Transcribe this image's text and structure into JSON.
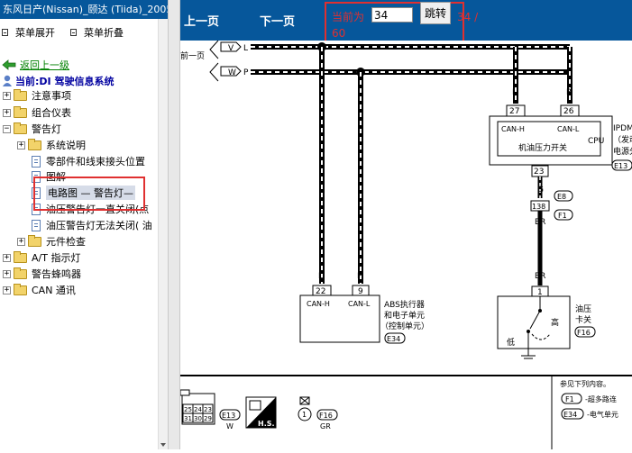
{
  "window": {
    "title": "东风日产(Nissan)_颐达 (Tiida)_2005"
  },
  "menu": {
    "expand_label": "菜单展开",
    "collapse_label": "菜单折叠"
  },
  "nav": {
    "back_label": "返回上一级",
    "current_label": "当前:DI 驾驶信息系统"
  },
  "tree": {
    "items": [
      {
        "label": "注意事项"
      },
      {
        "label": "组合仪表"
      },
      {
        "label": "警告灯"
      },
      {
        "label": "系统说明"
      },
      {
        "label": "零部件和线束接头位置"
      },
      {
        "label": "图解"
      },
      {
        "label": "电路图 — 警告灯—"
      },
      {
        "label": "油压警告灯一直关闭(点"
      },
      {
        "label": "油压警告灯无法关闭( 油"
      },
      {
        "label": "元件检查"
      },
      {
        "label": "A/T 指示灯"
      },
      {
        "label": "警告蜂鸣器"
      },
      {
        "label": "CAN 通讯"
      }
    ]
  },
  "pager": {
    "prev_label": "上一页",
    "next_label": "下一页",
    "current_prefix": "当前为",
    "page_value": "34",
    "go_label": "跳转",
    "total_a": "34 /",
    "total_b": "60"
  },
  "diagram": {
    "prev_page_label": "前一页",
    "wire_l": "L",
    "wire_p": "P",
    "wire_v": "V",
    "wire_w": "W",
    "ipdm_title": "IPDM",
    "ipdm_sub1": "（发动",
    "ipdm_sub2": "电源分",
    "pin_27": "27",
    "pin_26": "26",
    "can_h": "CAN-H",
    "can_l": "CAN-L",
    "oil_switch_label": "机油压力开关",
    "cpu_label": "CPU",
    "conn_e13": "E13",
    "pin_23": "23",
    "wire_g": "G",
    "conn_e8": "E8",
    "pin_138": "138",
    "conn_f1": "F1",
    "wire_br": "BR",
    "pin_1": "1",
    "sensor_title1": "油压",
    "sensor_title2": "卡关",
    "sensor_high": "高",
    "sensor_low": "低",
    "conn_f16": "F16",
    "pin_22": "22",
    "pin_9": "9",
    "abs_title1": "ABS执行器",
    "abs_title2": "和电子单元",
    "abs_title3": "（控制单元）",
    "conn_e34": "E34",
    "ref_title": "参见下列内容。",
    "ref_f1": "-超多路连",
    "ref_e34": "-电气单元",
    "legend_pins": [
      "25",
      "24",
      "23",
      "31",
      "30",
      "29"
    ],
    "legend_e13": "E13",
    "legend_w": "W",
    "legend_hs": "H.S.",
    "legend_1": "1",
    "legend_f16": "F16",
    "legend_gr": "GR"
  }
}
